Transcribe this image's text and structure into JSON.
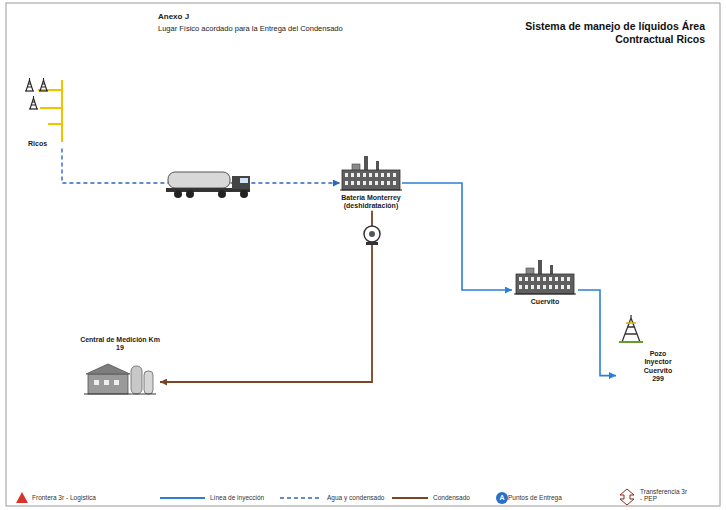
{
  "diagram": {
    "title": "Sistema de manejo de líquidos Área Contractual Ricos",
    "nodes": [
      {
        "text": [
          "Ricos"
        ]
      },
      {
        "text": [
          "Batería Monterrey (deshidratación)"
        ]
      },
      {
        "text": [
          "Cuervito"
        ]
      },
      {
        "text": [
          "Pozo Inyector Cuervito 299"
        ]
      },
      {
        "text": [
          "Central de Medición Km 19"
        ]
      }
    ],
    "edges": [
      {
        "from": 0,
        "to": 1,
        "arrow": "to"
      },
      {
        "from": 1,
        "to": 2,
        "arrow": "to"
      },
      {
        "from": 2,
        "to": 3,
        "arrow": "to"
      },
      {
        "from": 1,
        "to": 4,
        "arrow": "to"
      }
    ],
    "labels": [
      "Anexo J",
      "Lugar Físico acordado para la Entrega del Condensado",
      "A"
    ],
    "legend": [
      {
        "text": "Frontera 3r - Logística"
      },
      {
        "text": "Línea de inyección"
      },
      {
        "text": "Agua y condensado"
      },
      {
        "text": "Condensado"
      },
      {
        "text": "Puntos de Entrega"
      },
      {
        "text": "Transferencia 3r - PEP"
      }
    ]
  }
}
